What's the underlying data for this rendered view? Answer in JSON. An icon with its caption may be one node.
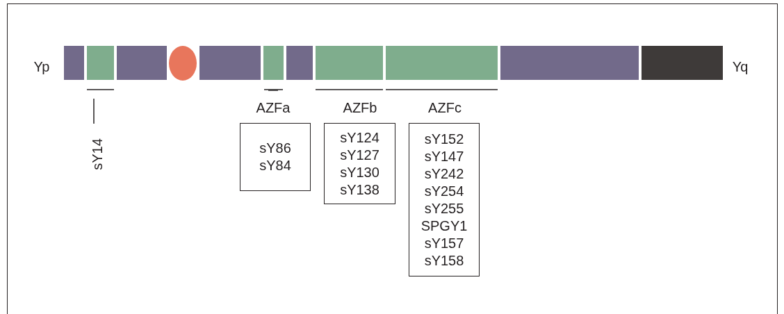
{
  "diagram": {
    "nodes": [
      {
        "text": [],
        "shape": "bar"
      },
      {
        "text": [],
        "shape": "bar"
      },
      {
        "text": [],
        "shape": "bar"
      },
      {
        "text": [],
        "shape": "circle"
      },
      {
        "text": [],
        "shape": "bar"
      },
      {
        "text": [],
        "shape": "bar"
      },
      {
        "text": [],
        "shape": "bar"
      },
      {
        "text": [],
        "shape": "bar"
      },
      {
        "text": [],
        "shape": "bar"
      },
      {
        "text": [],
        "shape": "bar"
      },
      {
        "text": [],
        "shape": "bar"
      },
      {
        "text": [
          "sY86",
          "sY84"
        ]
      },
      {
        "text": [
          "sY124",
          "sY127",
          "sY130",
          "sY138"
        ]
      },
      {
        "text": [
          "sY152",
          "sY147",
          "sY242",
          "sY254",
          "sY255",
          "SPGY1",
          "sY157",
          "sY158"
        ]
      }
    ],
    "labels": [
      "Yp",
      "Yq",
      "sY14",
      "AZFa",
      "AZFb",
      "AZFc"
    ]
  }
}
